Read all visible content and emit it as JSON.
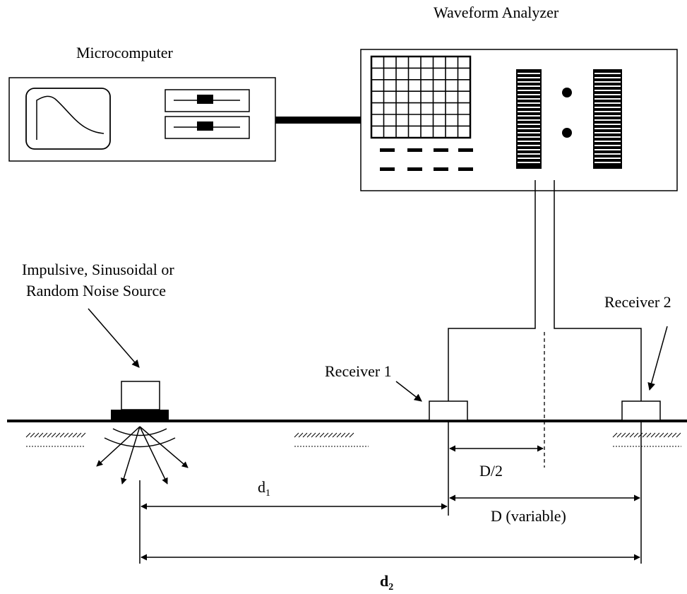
{
  "diagram": {
    "labels": {
      "microcomputer": "Microcomputer",
      "waveform_analyzer": "Waveform Analyzer",
      "source_line1": "Impulsive, Sinusoidal or",
      "source_line2": "Random Noise Source",
      "receiver1": "Receiver 1",
      "receiver2": "Receiver 2",
      "d1_main": "d",
      "d1_sub": "1",
      "d2_main": "d",
      "d2_sub": "2",
      "half_d": "D/2",
      "d_variable": "D (variable)"
    }
  }
}
